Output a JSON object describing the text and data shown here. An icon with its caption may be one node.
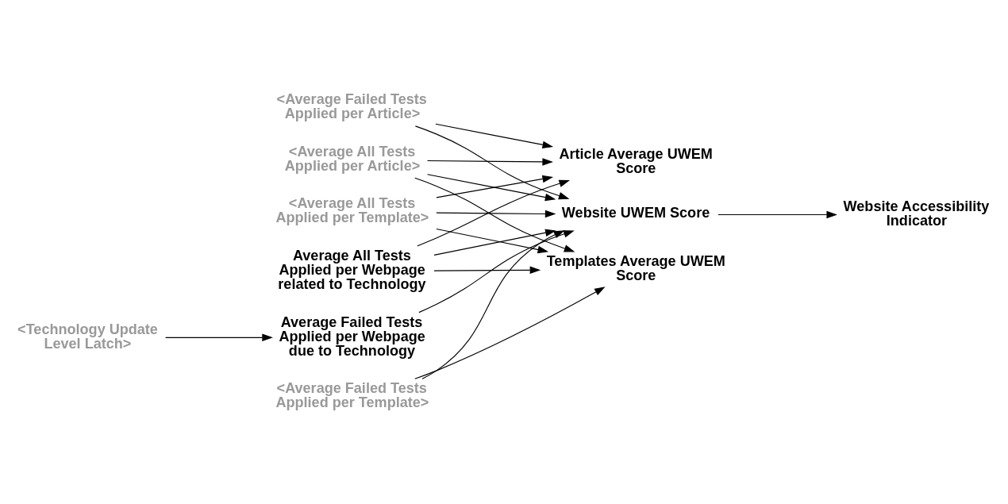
{
  "diagram": {
    "nodes": [
      {
        "text": [
          "<Average Failed Tests Applied per Article>"
        ]
      },
      {
        "text": [
          "<Average All Tests Applied per Article>"
        ]
      },
      {
        "text": [
          "<Average Failed Tests Applied per Template>"
        ]
      },
      {
        "text": [
          "<Average All Tests Applied per Template>"
        ]
      },
      {
        "text": [
          "<Technology Update Level Latch>"
        ]
      },
      {
        "text": [
          "Average Failed Tests Applied per Webpage due to Technology"
        ]
      },
      {
        "text": [
          "Average All Tests Applied per Webpage related to Technology"
        ]
      },
      {
        "text": [
          "Article Average UWEM Score"
        ]
      },
      {
        "text": [
          "Website UWEM Score"
        ]
      },
      {
        "text": [
          "Templates Average UWEM Score"
        ]
      },
      {
        "text": [
          "Website Accessibility Indicator"
        ]
      }
    ],
    "edges": [
      {
        "from": 0,
        "to": 7,
        "arrow": "to"
      },
      {
        "from": 0,
        "to": 8,
        "arrow": "to"
      },
      {
        "from": 1,
        "to": 7,
        "arrow": "to"
      },
      {
        "from": 1,
        "to": 8,
        "arrow": "to"
      },
      {
        "from": 1,
        "to": 9,
        "arrow": "to"
      },
      {
        "from": 2,
        "to": 8,
        "arrow": "to"
      },
      {
        "from": 2,
        "to": 9,
        "arrow": "to"
      },
      {
        "from": 3,
        "to": 7,
        "arrow": "to"
      },
      {
        "from": 3,
        "to": 8,
        "arrow": "to"
      },
      {
        "from": 3,
        "to": 9,
        "arrow": "to"
      },
      {
        "from": 4,
        "to": 5,
        "arrow": "to"
      },
      {
        "from": 5,
        "to": 8,
        "arrow": "to"
      },
      {
        "from": 6,
        "to": 7,
        "arrow": "to"
      },
      {
        "from": 6,
        "to": 8,
        "arrow": "to"
      },
      {
        "from": 6,
        "to": 9,
        "arrow": "to"
      },
      {
        "from": 8,
        "to": 10,
        "arrow": "to"
      }
    ]
  }
}
